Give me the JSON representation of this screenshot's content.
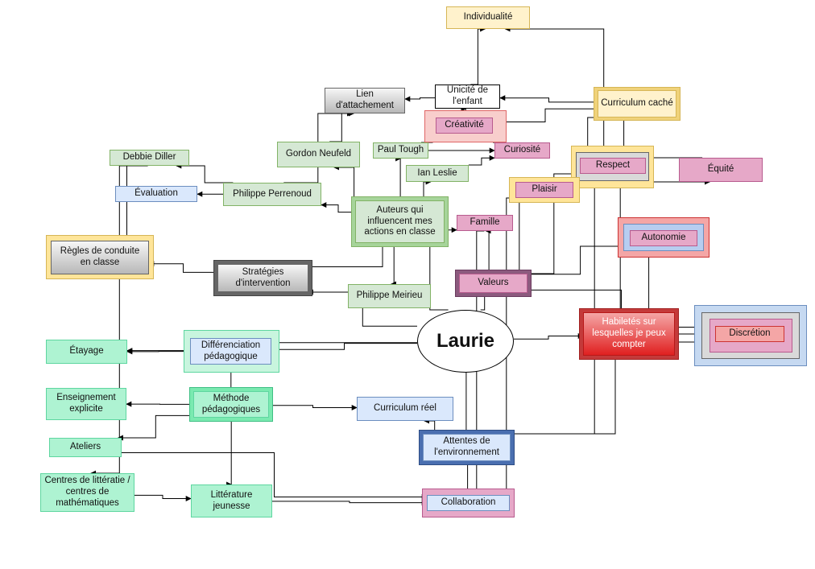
{
  "diagram": {
    "center": "Laurie",
    "nodes": {
      "individualite": "Individualité",
      "unicite": "Unicité de l'enfant",
      "lien": "Lien d'attachement",
      "curriculum_cache": "Curriculum caché",
      "creativite": "Créativité",
      "curiosite": "Curiosité",
      "paul_tough": "Paul Tough",
      "gordon_neufeld": "Gordon Neufeld",
      "debbie_diller": "Debbie Diller",
      "ian_leslie": "Ian Leslie",
      "respect": "Respect",
      "equite": "Équité",
      "evaluation": "Évaluation",
      "philippe_perrenoud": "Philippe Perrenoud",
      "auteurs": "Auteurs qui influencent mes actions en classe",
      "plaisir": "Plaisir",
      "famille": "Famille",
      "autonomie": "Autonomie",
      "regles": "Règles de conduite en classe",
      "strategies": "Stratégies d'intervention",
      "valeurs": "Valeurs",
      "philippe_meirieu": "Philippe Meirieu",
      "habiletes": "Habiletés sur lesquelles je peux compter",
      "discretion": "Discrétion",
      "etayage": "Étayage",
      "differenciation": "Différenciation pédagogique",
      "enseignement": "Enseignement explicite",
      "methode": "Méthode pédagogiques",
      "curriculum_reel": "Curriculum réel",
      "ateliers": "Ateliers",
      "attentes": "Attentes de l'environnement",
      "centres": "Centres de littératie / centres de mathématiques",
      "litterature": "Littérature jeunesse",
      "collaboration": "Collaboration"
    },
    "edges": [
      [
        "laurie",
        "valeurs"
      ],
      [
        "laurie",
        "habiletes"
      ],
      [
        "laurie",
        "etayage"
      ],
      [
        "laurie",
        "auteurs"
      ],
      [
        "laurie",
        "attentes"
      ],
      [
        "laurie",
        "differenciation"
      ],
      [
        "laurie",
        "strategies"
      ],
      [
        "auteurs",
        "philippe_meirieu"
      ],
      [
        "auteurs",
        "ian_leslie"
      ],
      [
        "auteurs",
        "paul_tough"
      ],
      [
        "auteurs",
        "gordon_neufeld"
      ],
      [
        "auteurs",
        "philippe_perrenoud"
      ],
      [
        "philippe_perrenoud",
        "debbie_diller"
      ],
      [
        "philippe_perrenoud",
        "evaluation"
      ],
      [
        "philippe_perrenoud",
        "lien"
      ],
      [
        "gordon_neufeld",
        "lien"
      ],
      [
        "paul_tough",
        "creativite"
      ],
      [
        "paul_tough",
        "curiosite"
      ],
      [
        "ian_leslie",
        "curiosite"
      ],
      [
        "valeurs",
        "respect"
      ],
      [
        "valeurs",
        "famille"
      ],
      [
        "valeurs",
        "autonomie"
      ],
      [
        "valeurs",
        "discretion"
      ],
      [
        "valeurs",
        "plaisir"
      ],
      [
        "habiletes",
        "discretion"
      ],
      [
        "habiletes",
        "autonomie"
      ],
      [
        "habiletes",
        "respect"
      ],
      [
        "curriculum_cache",
        "respect"
      ],
      [
        "curriculum_cache",
        "creativite"
      ],
      [
        "curriculum_cache",
        "plaisir"
      ],
      [
        "curriculum_cache",
        "unicite"
      ],
      [
        "equite",
        "individualite"
      ],
      [
        "unicite",
        "individualite"
      ],
      [
        "unicite",
        "lien"
      ],
      [
        "methode",
        "enseignement"
      ],
      [
        "methode",
        "differenciation"
      ],
      [
        "methode",
        "ateliers"
      ],
      [
        "methode",
        "litterature"
      ],
      [
        "methode",
        "curriculum_reel"
      ],
      [
        "differenciation",
        "etayage"
      ],
      [
        "strategies",
        "regles"
      ],
      [
        "debbie_diller",
        "centres"
      ],
      [
        "debbie_diller",
        "regles"
      ],
      [
        "attentes",
        "collaboration"
      ],
      [
        "attentes",
        "curriculum_reel"
      ],
      [
        "attentes",
        "equite"
      ],
      [
        "attentes",
        "discretion"
      ],
      [
        "ateliers",
        "collaboration"
      ],
      [
        "centres",
        "litterature"
      ],
      [
        "litterature",
        "collaboration"
      ],
      [
        "famille",
        "collaboration"
      ],
      [
        "strategies",
        "famille"
      ],
      [
        "creativite",
        "unicite"
      ],
      [
        "curiosite",
        "creativite"
      ],
      [
        "plaisir",
        "collaboration"
      ]
    ]
  }
}
